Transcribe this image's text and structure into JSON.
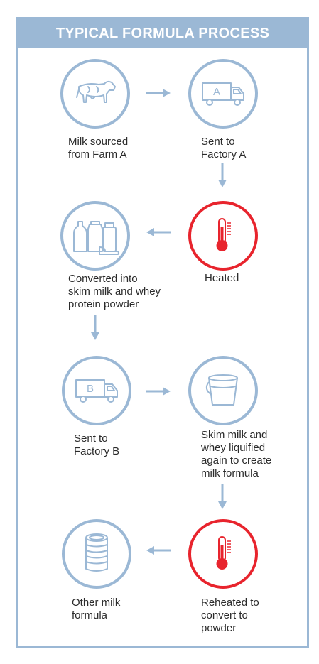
{
  "header": {
    "title": "TYPICAL FORMULA PROCESS"
  },
  "colors": {
    "accent": "#9bb8d5",
    "heat": "#e8242d",
    "text": "#2b2b2b",
    "background": "#ffffff"
  },
  "steps": [
    {
      "icon": "cow-icon",
      "label": [
        "Milk sourced",
        "from Farm A"
      ]
    },
    {
      "icon": "truck-a-icon",
      "truck_letter": "A",
      "label": [
        "Sent to",
        "Factory A"
      ]
    },
    {
      "icon": "thermometer-icon",
      "label": [
        "Heated"
      ]
    },
    {
      "icon": "milk-products-icon",
      "label": [
        "Converted into",
        "skim milk and whey",
        "protein powder"
      ]
    },
    {
      "icon": "truck-b-icon",
      "truck_letter": "B",
      "label": [
        "Sent to",
        "Factory B"
      ]
    },
    {
      "icon": "bucket-icon",
      "label": [
        "Skim milk and",
        "whey liquified",
        "again to create",
        "milk formula"
      ]
    },
    {
      "icon": "thermometer-icon",
      "label": [
        "Reheated to",
        "convert to",
        "powder"
      ]
    },
    {
      "icon": "formula-can-icon",
      "label": [
        "Other milk",
        "formula"
      ]
    }
  ]
}
